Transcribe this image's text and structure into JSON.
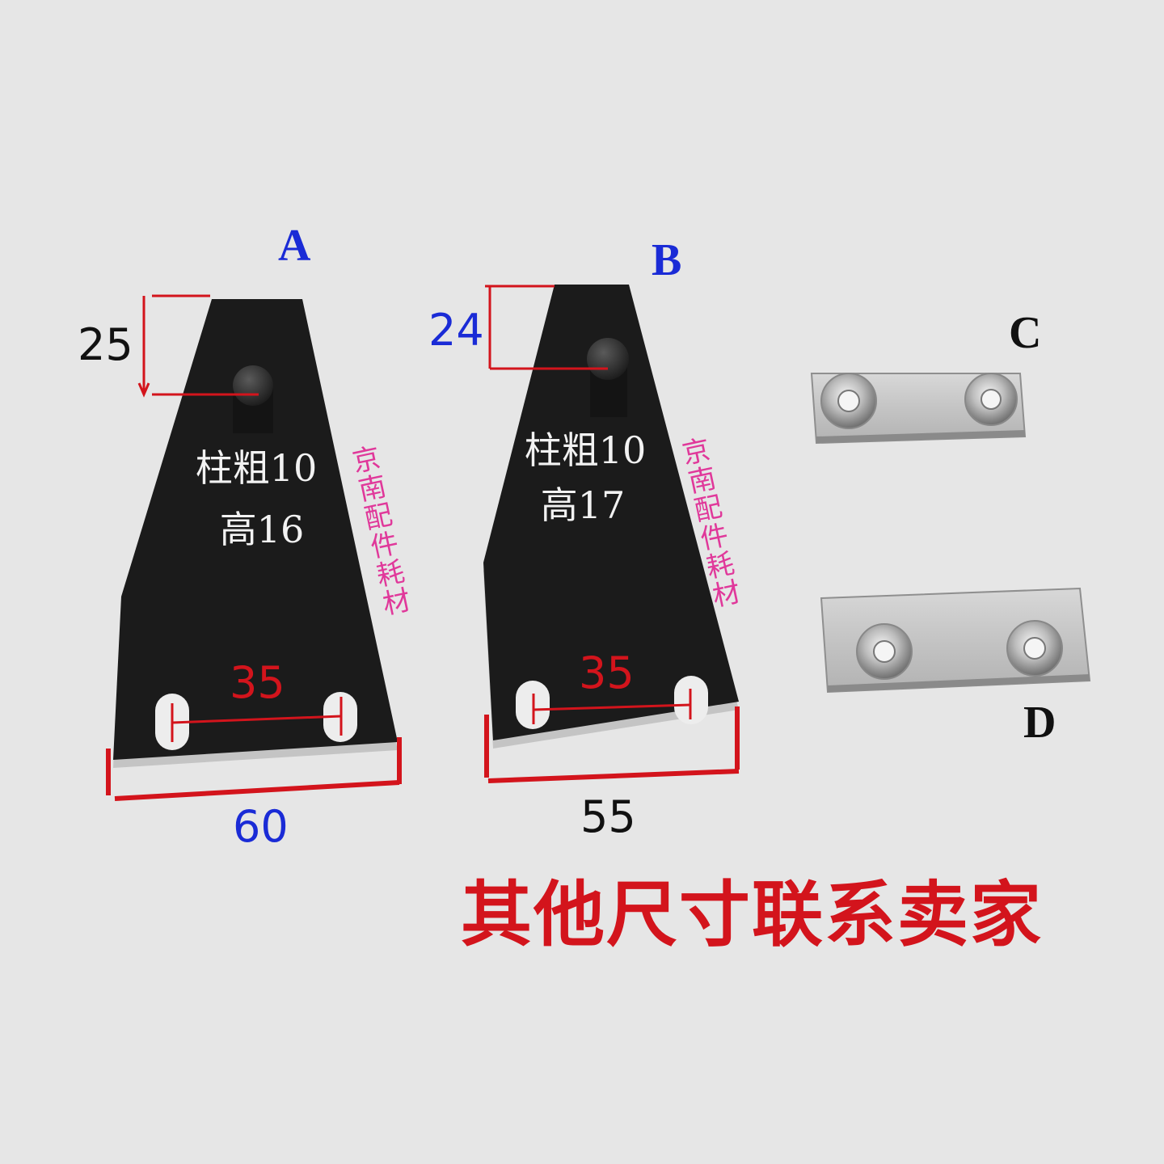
{
  "colors": {
    "background": "#e6e6e6",
    "plate_black": "#1b1b1b",
    "steel": "#c9c9c9",
    "dimension_red": "#d3141c",
    "label_blue": "#1a2bd6",
    "watermark_pink": "#e0389a",
    "text_black": "#111111"
  },
  "parts": {
    "a": {
      "letter": "A",
      "top_offset": "25",
      "spec_line1": "柱粗10",
      "spec_line2": "高16",
      "hole_spacing": "35",
      "width": "60"
    },
    "b": {
      "letter": "B",
      "top_offset": "24",
      "spec_line1": "柱粗10",
      "spec_line2": "高17",
      "hole_spacing": "35",
      "width": "55"
    },
    "c": {
      "letter": "C"
    },
    "d": {
      "letter": "D"
    }
  },
  "watermark": "京南配件耗材",
  "footer_note": "其他尺寸联系卖家"
}
